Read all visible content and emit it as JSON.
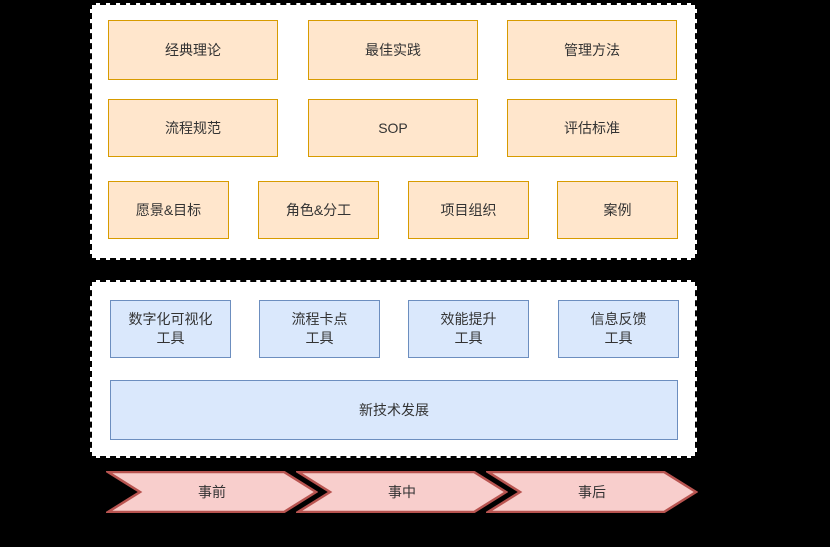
{
  "colors": {
    "background": "#000000",
    "panel_bg": "#ffffff",
    "panel_border": "#000000",
    "orange_fill": "#ffe6cc",
    "orange_border": "#d79b00",
    "blue_fill": "#dae8fc",
    "blue_border": "#6c8ebf",
    "pink_fill": "#f8cecc",
    "pink_border": "#b85450",
    "text": "#333333"
  },
  "knowledge_panel": {
    "row1": [
      "经典理论",
      "最佳实践",
      "管理方法"
    ],
    "row2": [
      "流程规范",
      "SOP",
      "评估标准"
    ],
    "row3": [
      "愿景&目标",
      "角色&分工",
      "项目组织",
      "案例"
    ]
  },
  "tools_panel": {
    "tool_boxes": [
      "数字化可视化\n工具",
      "流程卡点\n工具",
      "效能提升\n工具",
      "信息反馈\n工具"
    ],
    "wide_box": "新技术发展"
  },
  "timeline": {
    "stages": [
      "事前",
      "事中",
      "事后"
    ]
  }
}
